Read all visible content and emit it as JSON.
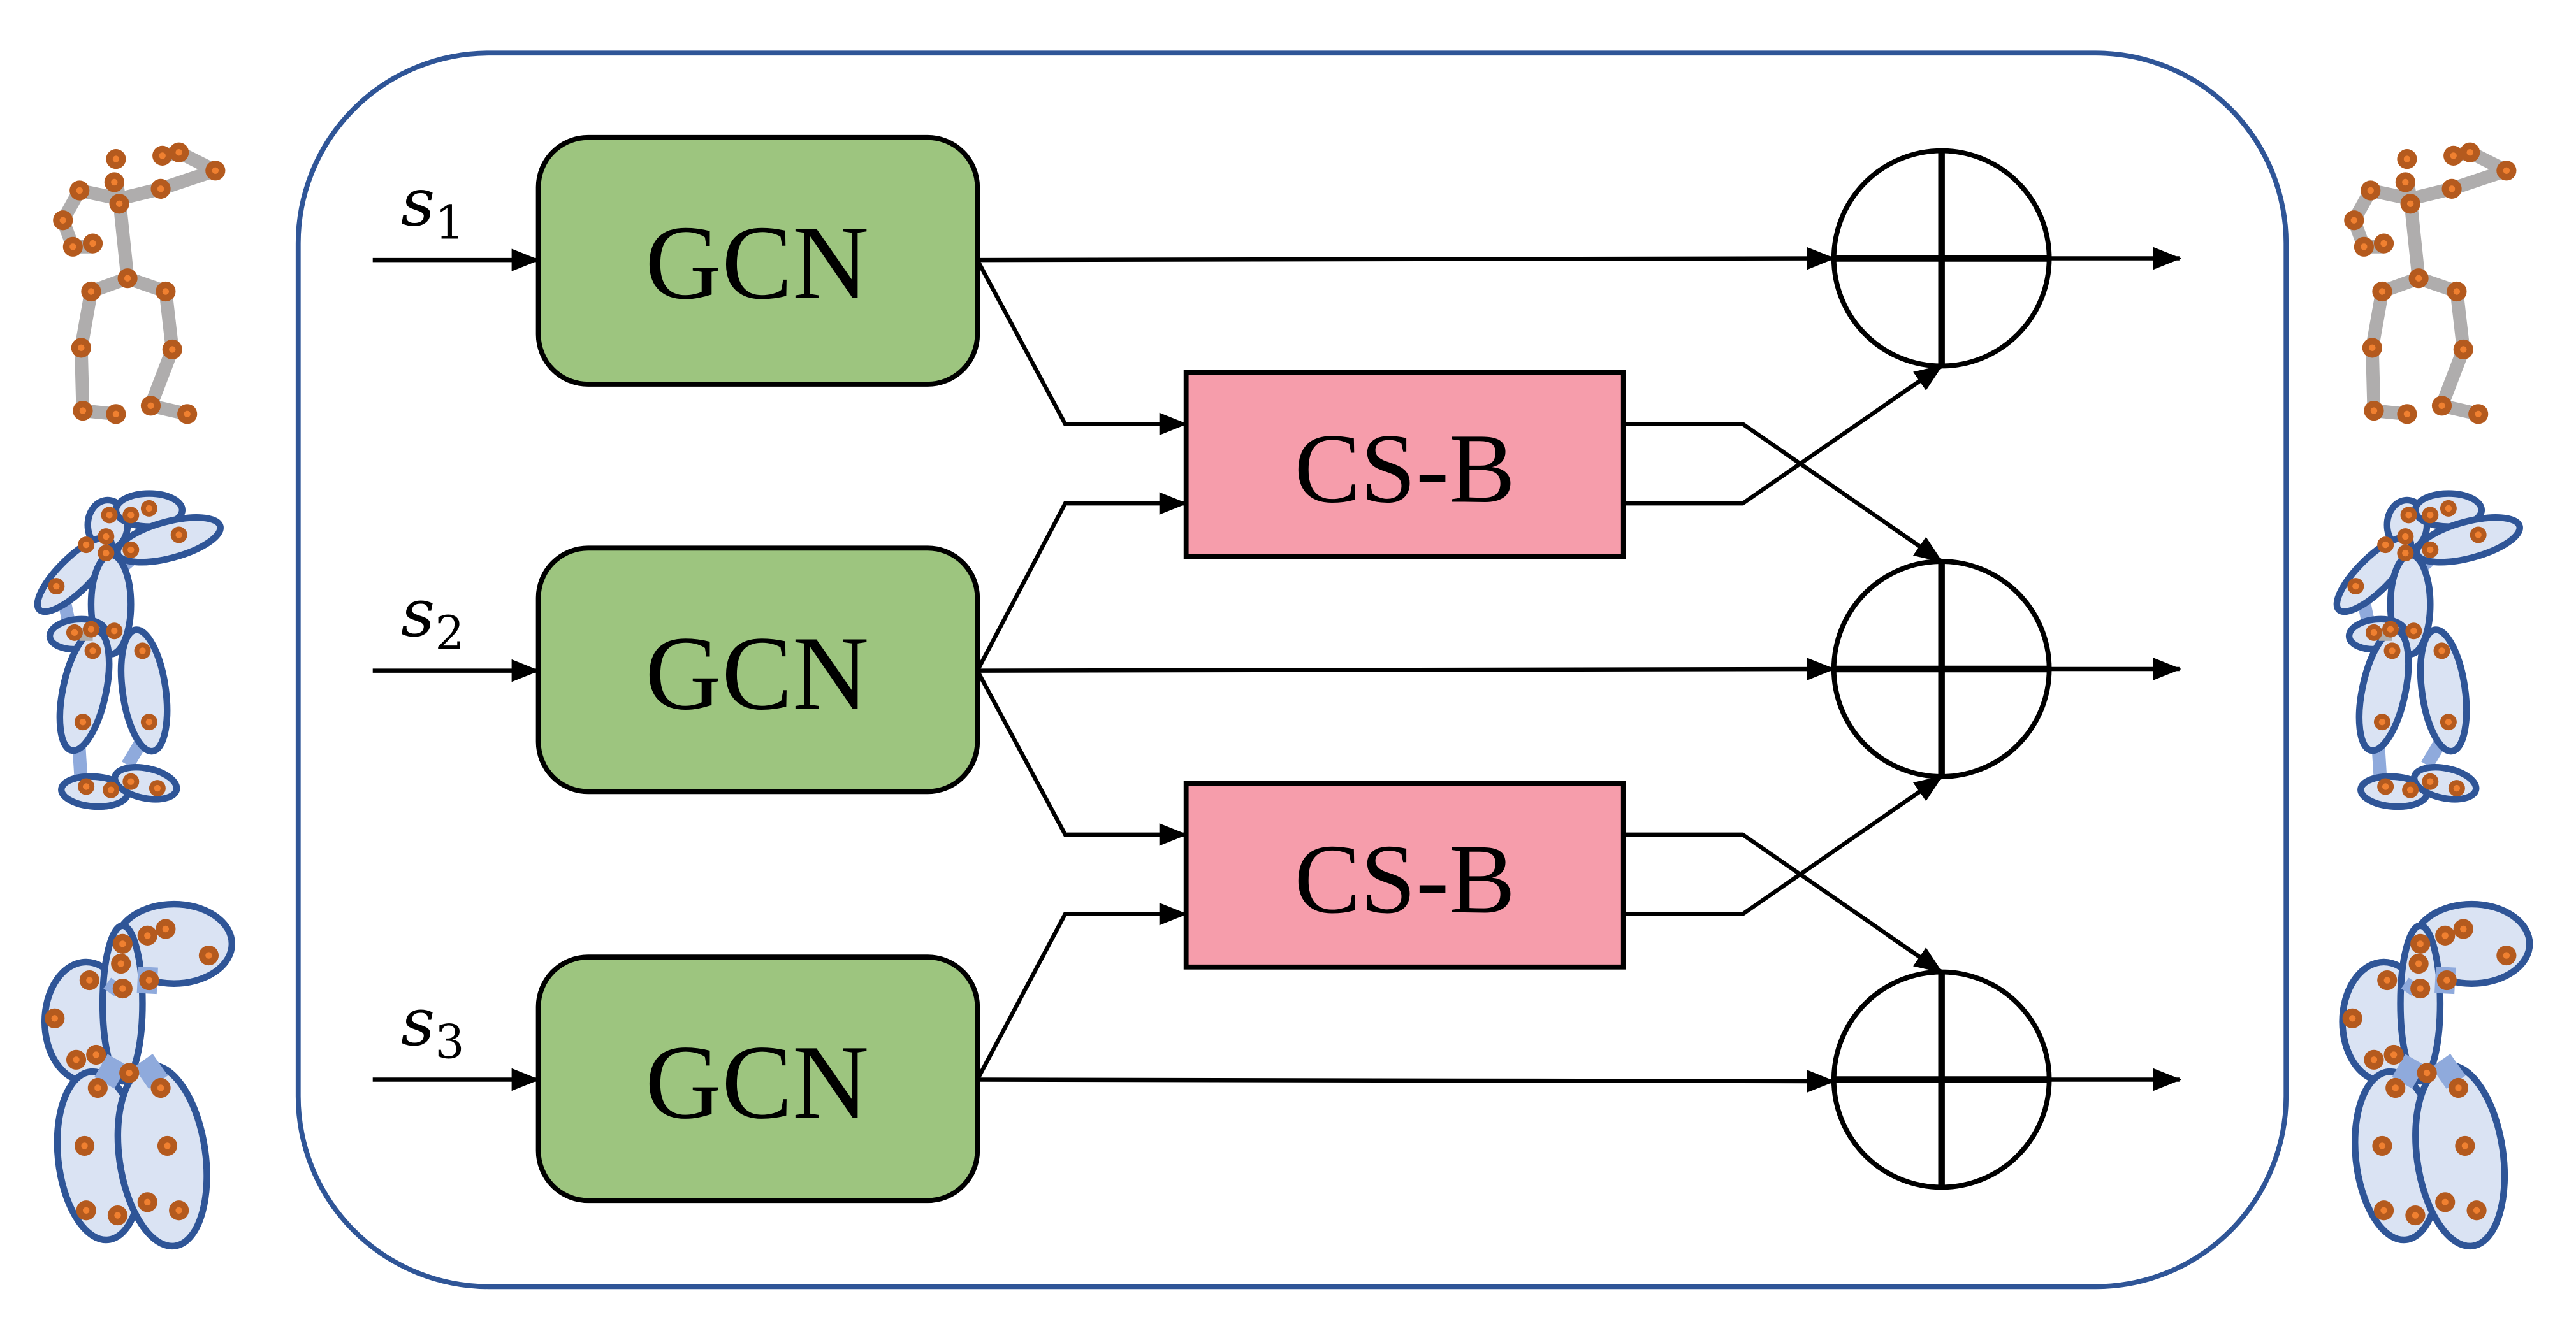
{
  "diagram": {
    "inputs": [
      {
        "symbol": "s",
        "subscript": "1"
      },
      {
        "symbol": "s",
        "subscript": "2"
      },
      {
        "symbol": "s",
        "subscript": "3"
      }
    ],
    "gcn_blocks": [
      {
        "label": "GCN"
      },
      {
        "label": "GCN"
      },
      {
        "label": "GCN"
      }
    ],
    "csb_blocks": [
      {
        "label": "CS-B"
      },
      {
        "label": "CS-B"
      }
    ],
    "adders": [
      {
        "symbol": "sum"
      },
      {
        "symbol": "sum"
      },
      {
        "symbol": "sum"
      }
    ],
    "skeletons": {
      "left": [
        "joint-skeleton",
        "part-skeleton",
        "body-skeleton"
      ],
      "right": [
        "joint-skeleton",
        "part-skeleton",
        "body-skeleton"
      ]
    },
    "colors": {
      "container_stroke": "#2F5597",
      "gcn_fill": "#9DC57F",
      "csb_fill": "#F69DAB",
      "bone_gray": "#AFADAD",
      "bone_blue": "#8FAADC",
      "part_fill": "#DAE3F3",
      "part_stroke": "#2F5597",
      "joint_outer": "#B45A1E",
      "joint_inner": "#F08030"
    }
  }
}
